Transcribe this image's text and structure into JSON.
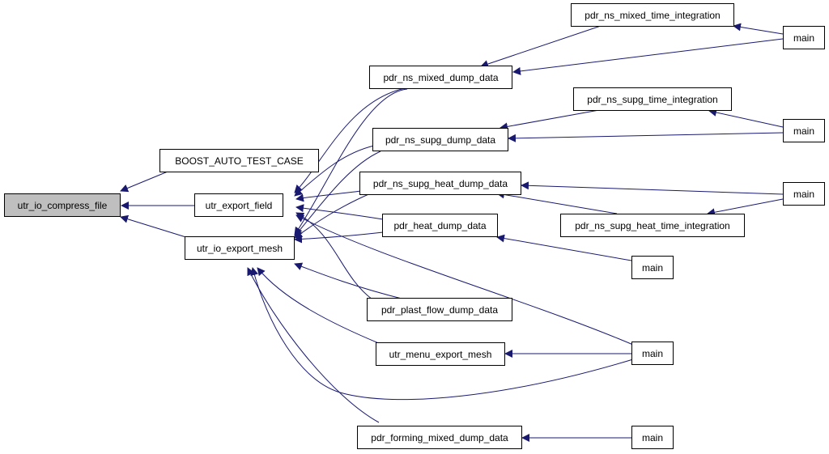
{
  "graph": {
    "nodes": {
      "utr_io_compress_file": "utr_io_compress_file",
      "boost_auto_test_case": "BOOST_AUTO_TEST_CASE",
      "utr_export_field": "utr_export_field",
      "utr_io_export_mesh": "utr_io_export_mesh",
      "pdr_ns_mixed_dump_data": "pdr_ns_mixed_dump_data",
      "pdr_ns_supg_dump_data": "pdr_ns_supg_dump_data",
      "pdr_ns_supg_heat_dump_data": "pdr_ns_supg_heat_dump_data",
      "pdr_heat_dump_data": "pdr_heat_dump_data",
      "pdr_plast_flow_dump_data": "pdr_plast_flow_dump_data",
      "utr_menu_export_mesh": "utr_menu_export_mesh",
      "pdr_forming_mixed_dump_data": "pdr_forming_mixed_dump_data",
      "pdr_ns_mixed_time_integration": "pdr_ns_mixed_time_integration",
      "pdr_ns_supg_time_integration": "pdr_ns_supg_time_integration",
      "pdr_ns_supg_heat_time_integration": "pdr_ns_supg_heat_time_integration",
      "main_1": "main",
      "main_2": "main",
      "main_3": "main",
      "main_4": "main",
      "main_5": "main",
      "main_6": "main"
    },
    "edges": [
      {
        "from": "boost_auto_test_case",
        "to": "utr_io_compress_file"
      },
      {
        "from": "utr_export_field",
        "to": "utr_io_compress_file"
      },
      {
        "from": "utr_io_export_mesh",
        "to": "utr_io_compress_file"
      },
      {
        "from": "pdr_ns_mixed_dump_data",
        "to": "utr_export_field"
      },
      {
        "from": "pdr_ns_supg_dump_data",
        "to": "utr_export_field"
      },
      {
        "from": "pdr_ns_supg_heat_dump_data",
        "to": "utr_export_field"
      },
      {
        "from": "pdr_heat_dump_data",
        "to": "utr_export_field"
      },
      {
        "from": "pdr_plast_flow_dump_data",
        "to": "utr_export_field"
      },
      {
        "from": "main_5",
        "to": "utr_export_field"
      },
      {
        "from": "pdr_ns_mixed_dump_data",
        "to": "utr_io_export_mesh"
      },
      {
        "from": "pdr_ns_supg_dump_data",
        "to": "utr_io_export_mesh"
      },
      {
        "from": "pdr_ns_supg_heat_dump_data",
        "to": "utr_io_export_mesh"
      },
      {
        "from": "pdr_heat_dump_data",
        "to": "utr_io_export_mesh"
      },
      {
        "from": "pdr_plast_flow_dump_data",
        "to": "utr_io_export_mesh"
      },
      {
        "from": "utr_menu_export_mesh",
        "to": "utr_io_export_mesh"
      },
      {
        "from": "main_5",
        "to": "utr_io_export_mesh"
      },
      {
        "from": "pdr_forming_mixed_dump_data",
        "to": "utr_io_export_mesh"
      },
      {
        "from": "pdr_ns_mixed_time_integration",
        "to": "pdr_ns_mixed_dump_data"
      },
      {
        "from": "main_1",
        "to": "pdr_ns_mixed_dump_data"
      },
      {
        "from": "main_1",
        "to": "pdr_ns_mixed_time_integration"
      },
      {
        "from": "pdr_ns_supg_time_integration",
        "to": "pdr_ns_supg_dump_data"
      },
      {
        "from": "main_2",
        "to": "pdr_ns_supg_dump_data"
      },
      {
        "from": "main_2",
        "to": "pdr_ns_supg_time_integration"
      },
      {
        "from": "main_3",
        "to": "pdr_ns_supg_heat_dump_data"
      },
      {
        "from": "pdr_ns_supg_heat_time_integration",
        "to": "pdr_ns_supg_heat_dump_data"
      },
      {
        "from": "main_3",
        "to": "pdr_ns_supg_heat_time_integration"
      },
      {
        "from": "main_4",
        "to": "pdr_heat_dump_data"
      },
      {
        "from": "main_5",
        "to": "utr_menu_export_mesh"
      },
      {
        "from": "main_6",
        "to": "pdr_forming_mixed_dump_data"
      }
    ],
    "colors": {
      "edge": "#191970",
      "node_border": "#000000",
      "node_fill": "#ffffff",
      "focus_fill": "#bfbfbf"
    }
  }
}
